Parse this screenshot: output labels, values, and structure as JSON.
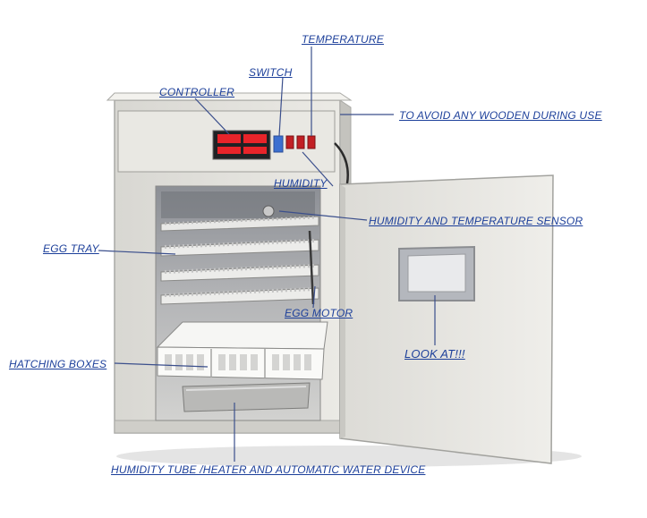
{
  "labels": {
    "temperature": "TEMPERATURE",
    "switch": "SWITCH",
    "controller": "CONTROLLER",
    "avoid_wooden": "TO AVOID ANY WOODEN  DURING USE",
    "humidity": "HUMIDITY",
    "sensor": "HUMIDITY  AND TEMPERATURE SENSOR",
    "egg_tray": "EGG TRAY",
    "egg_motor": "EGG MOTOR",
    "hatching_boxes": "HATCHING BOXES",
    "look_at": "LOOK AT!!!",
    "humidity_tube": "HUMIDITY TUBE /HEATER AND AUTOMATIC WATER DEVICE"
  },
  "colors": {
    "label_text": "#1c3f9a",
    "leader_line": "#3b4f8c",
    "cabinet_body": "#e6e5e0",
    "display_red": "#e8242a"
  }
}
